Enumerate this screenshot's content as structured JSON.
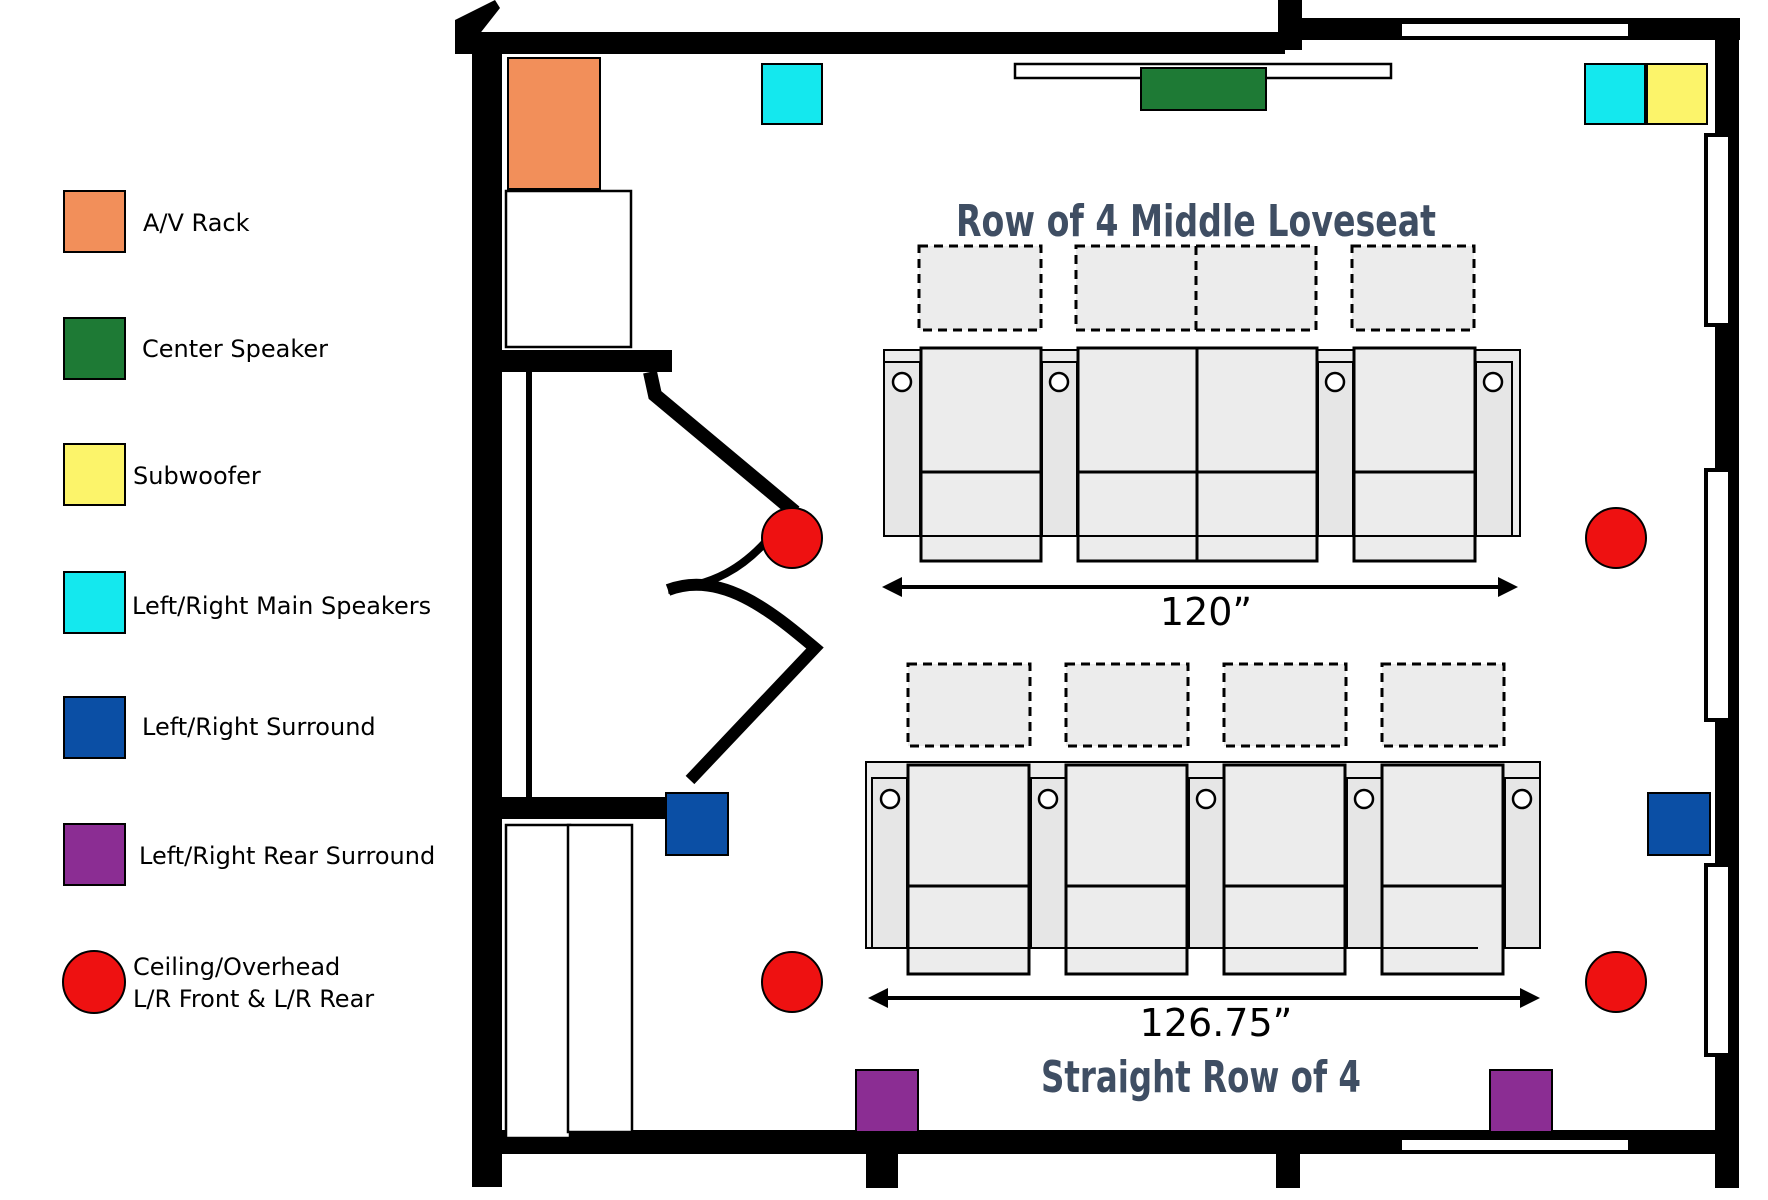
{
  "legend": {
    "items": [
      {
        "key": "av_rack",
        "label": "A/V Rack",
        "color": "#f28f5a",
        "shape": "square"
      },
      {
        "key": "center_speaker",
        "label": "Center Speaker",
        "color": "#1e7a35",
        "shape": "square"
      },
      {
        "key": "subwoofer",
        "label": "Subwoofer",
        "color": "#fcf46a",
        "shape": "square"
      },
      {
        "key": "lr_main",
        "label": "Left/Right Main Speakers",
        "color": "#14e8ee",
        "shape": "square"
      },
      {
        "key": "lr_surround",
        "label": "Left/Right Surround",
        "color": "#0b4fa5",
        "shape": "square"
      },
      {
        "key": "lr_rear_surround",
        "label": "Left/Right Rear Surround",
        "color": "#8b2d93",
        "shape": "square"
      },
      {
        "key": "ceiling",
        "label_line1": "Ceiling/Overhead",
        "label_line2": "L/R Front & L/R Rear",
        "color": "#ee1111",
        "shape": "circle"
      }
    ]
  },
  "room": {
    "front_row_title": "Row of 4 Middle Loveseat",
    "front_row_width": "120”",
    "rear_row_width": "126.75”",
    "rear_row_title": "Straight Row of 4"
  }
}
